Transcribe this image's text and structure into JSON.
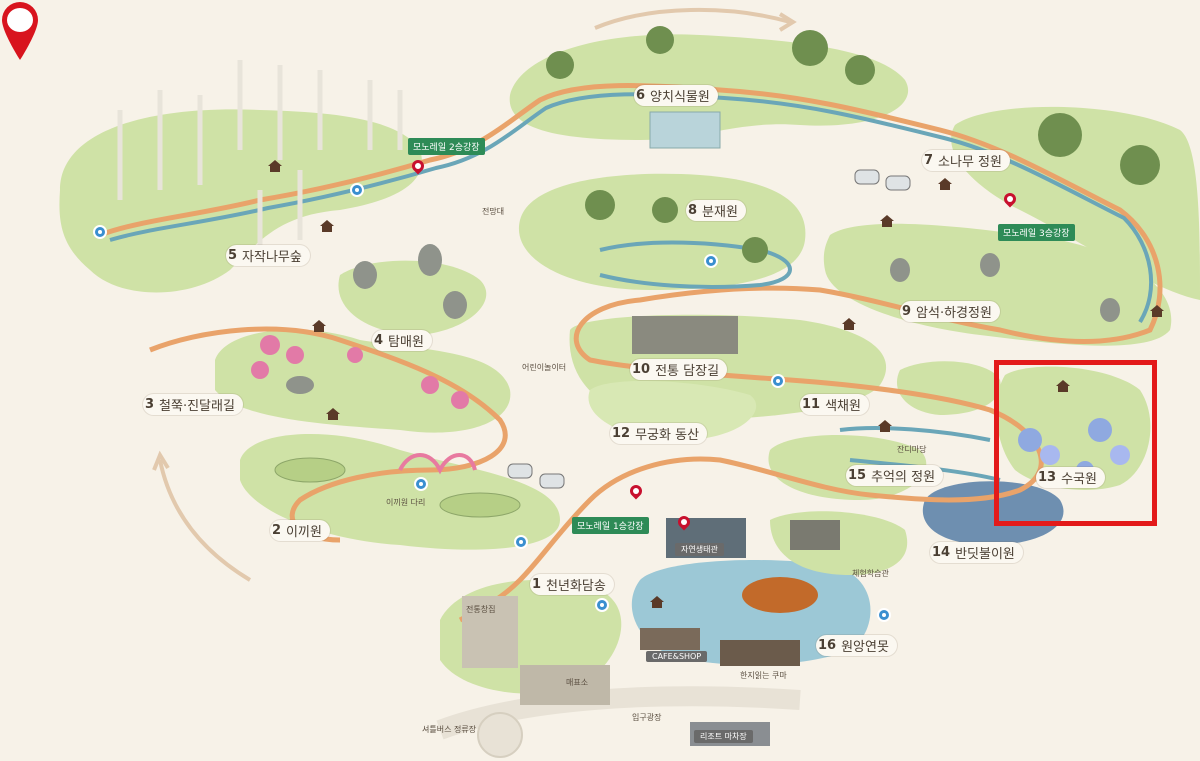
{
  "map": {
    "stations": {
      "station2": "모노레일 2승강장",
      "station3": "모노레일 3승강장",
      "station1": "모노레일 1승강장"
    },
    "landmarks": {
      "observatory": "전망대",
      "nature_center": "자연생태관",
      "experience_center": "체험학습관",
      "cafe": "CAFE&SHOP",
      "gift": "한지읽는 쿠마",
      "entrance_plaza": "입구광장",
      "restroom": "매표소",
      "resort_parking": "리조트 마차장",
      "grass_field": "잔디마당",
      "kids_playground": "어린이놀이터",
      "bridge": "이끼원 다리",
      "workshop": "전통창집",
      "bus_stop": "셔틀버스 정류장"
    },
    "gardens": [
      {
        "num": "1",
        "name": "천년화담송"
      },
      {
        "num": "2",
        "name": "이끼원"
      },
      {
        "num": "3",
        "name": "철쭉·진달래길"
      },
      {
        "num": "4",
        "name": "탐매원"
      },
      {
        "num": "5",
        "name": "자작나무숲"
      },
      {
        "num": "6",
        "name": "양치식물원"
      },
      {
        "num": "7",
        "name": "소나무 정원"
      },
      {
        "num": "8",
        "name": "분재원"
      },
      {
        "num": "9",
        "name": "암석·하경정원"
      },
      {
        "num": "10",
        "name": "전통 담장길"
      },
      {
        "num": "11",
        "name": "색채원"
      },
      {
        "num": "12",
        "name": "무궁화 동산"
      },
      {
        "num": "13",
        "name": "수국원"
      },
      {
        "num": "14",
        "name": "반딧불이원"
      },
      {
        "num": "15",
        "name": "추억의 정원"
      },
      {
        "num": "16",
        "name": "원앙연못"
      }
    ],
    "highlighted_garden": "수국원",
    "colors": {
      "background": "#f7f2e8",
      "garden_green": "#cfe2a6",
      "path_orange": "#e9a36a",
      "path_blue": "#6aa6b8",
      "highlight": "#e31a1a",
      "pin": "#d8141e"
    }
  }
}
